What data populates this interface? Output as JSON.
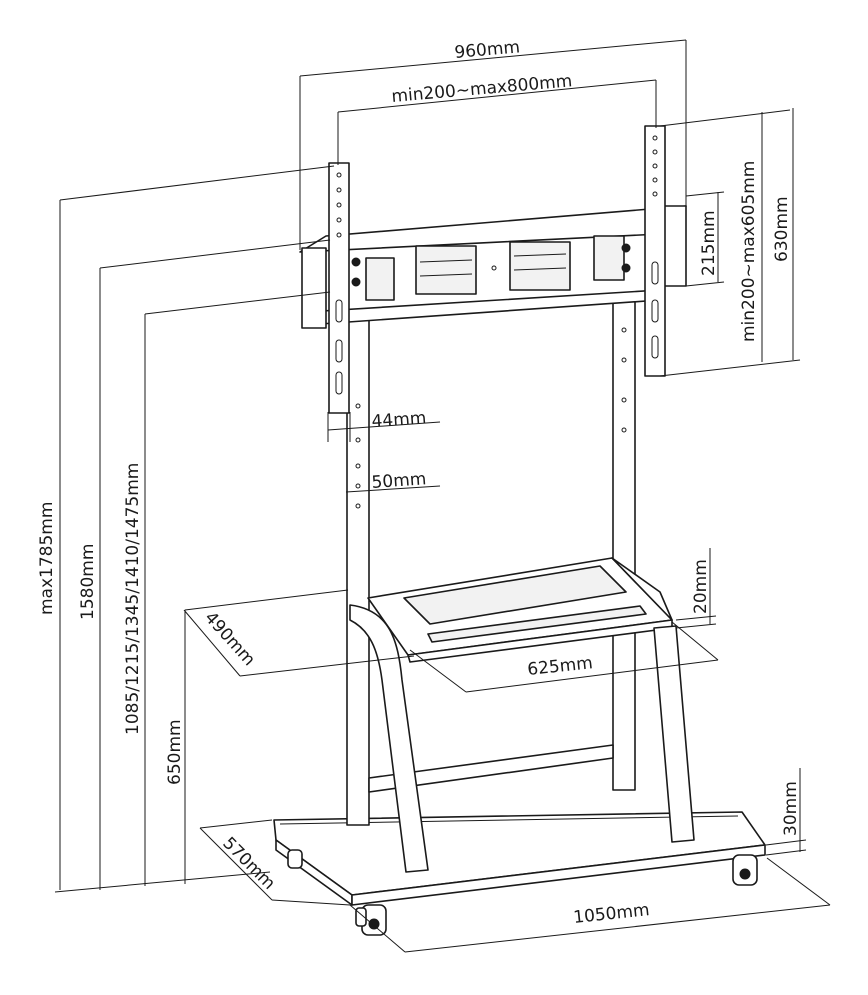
{
  "dimensions": {
    "overall_width": "960mm",
    "vesa_horizontal": "min200~max800mm",
    "max_height": "max1785mm",
    "height_1580": "1580mm",
    "height_steps": "1085/1215/1345/1410/1475mm",
    "arm_height": "630mm",
    "vesa_vertical": "min200~max605mm",
    "rail_spacing": "215mm",
    "bar_44": "44mm",
    "bar_50": "50mm",
    "shelf_thickness": "20mm",
    "shelf_depth": "490mm",
    "shelf_width": "625mm",
    "shelf_height": "650mm",
    "base_thickness": "30mm",
    "base_depth": "570mm",
    "base_width": "1050mm"
  }
}
